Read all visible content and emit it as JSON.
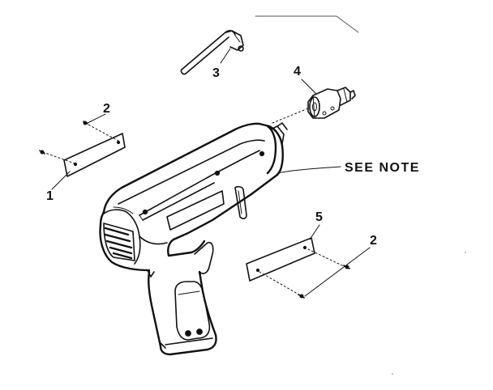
{
  "callouts": {
    "label_1": "1",
    "label_2_upper": "2",
    "label_2_lower": "2",
    "label_3": "3",
    "label_4": "4",
    "label_5": "5"
  },
  "note": {
    "text": "SEE NOTE"
  },
  "colors": {
    "ink": "#111111",
    "paper": "#ffffff"
  }
}
